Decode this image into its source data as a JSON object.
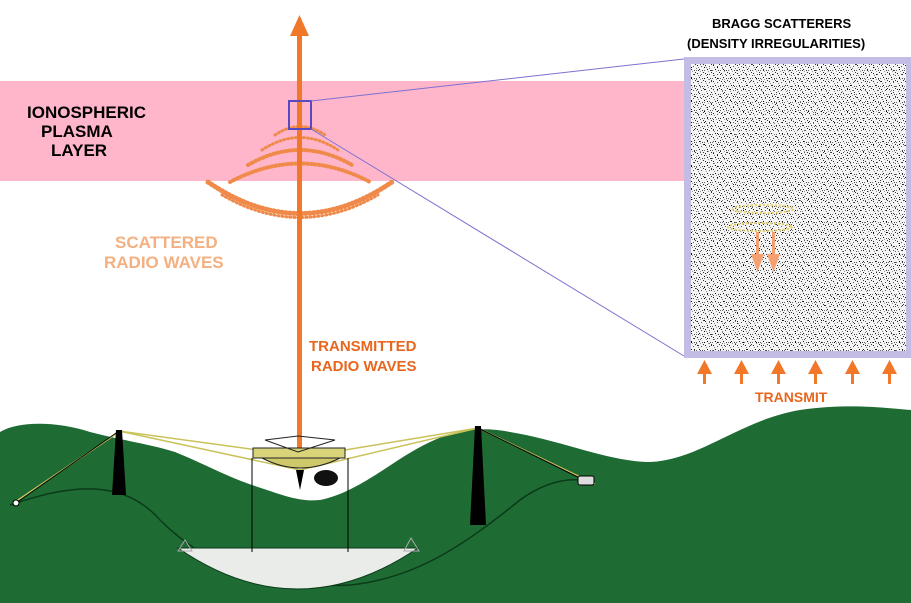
{
  "labels": {
    "ionosphere_line1": "IONOSPHERIC",
    "ionosphere_line2": "PLASMA",
    "ionosphere_line3": "LAYER",
    "scattered_line1": "SCATTERED",
    "scattered_line2": "RADIO WAVES",
    "transmitted_line1": "TRANSMITTED",
    "transmitted_line2": "RADIO WAVES",
    "bragg_line1": "BRAGG SCATTERERS",
    "bragg_line2": "(DENSITY IRREGULARITIES)",
    "transmit": "TRANSMIT"
  },
  "colors": {
    "plasma_layer": "#ffb6cb",
    "beam": "#f07828",
    "scatter_label": "#f4b080",
    "transmit_label": "#e8661e",
    "inset_border": "#c3bde6",
    "selection_box": "#5a48c0",
    "hills": "#1f6b34",
    "dish": "#e9ece9",
    "ink": "#000000"
  }
}
